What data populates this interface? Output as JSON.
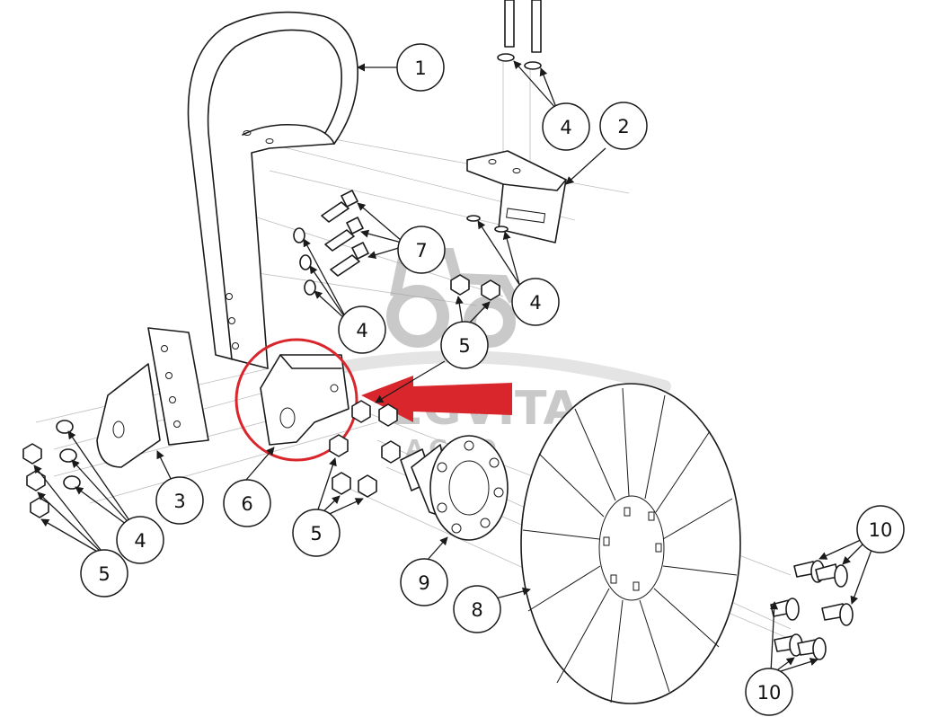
{
  "watermark": {
    "brand": "EGVITA",
    "sub": "AGRO"
  },
  "callouts": [
    {
      "label": "1"
    },
    {
      "label": "2"
    },
    {
      "label": "4"
    },
    {
      "label": "7"
    },
    {
      "label": "4"
    },
    {
      "label": "4"
    },
    {
      "label": "5"
    },
    {
      "label": "3"
    },
    {
      "label": "6"
    },
    {
      "label": "4"
    },
    {
      "label": "5"
    },
    {
      "label": "5"
    },
    {
      "label": "9"
    },
    {
      "label": "8"
    },
    {
      "label": "10"
    },
    {
      "label": "10"
    }
  ],
  "colors": {
    "highlight": "#d9262c",
    "linework": "#1a1a1a",
    "watermark": "#9e9e9e"
  }
}
